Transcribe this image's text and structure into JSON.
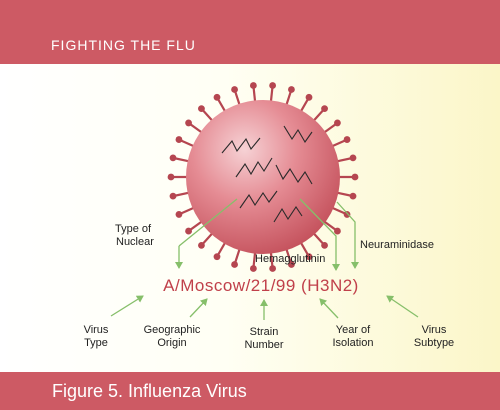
{
  "header": {
    "title": "FIGHTING THE FLU"
  },
  "footer": {
    "title": "Figure 5. Influenza Virus"
  },
  "colors": {
    "band": "#cd5a64",
    "virus_body": "#c9555f",
    "virus_highlight": "#f6d2d5",
    "spikes": "#b54650",
    "arrows": "#86bf6a",
    "formula_text": "#c0404a"
  },
  "diagram": {
    "strain_formula": "A/Moscow/21/99 (H3N2)",
    "labels": {
      "type_of_nuclear": [
        "Type of",
        "Nuclear"
      ],
      "hemagglutinin": "Hemagglutinin",
      "neuraminidase": "Neuraminidase",
      "virus_type": [
        "Virus",
        "Type"
      ],
      "geographic_origin": [
        "Geographic",
        "Origin"
      ],
      "strain_number": [
        "Strain",
        "Number"
      ],
      "year_of_isolation": [
        "Year of",
        "Isolation"
      ],
      "virus_subtype": [
        "Virus",
        "Subtype"
      ]
    }
  }
}
